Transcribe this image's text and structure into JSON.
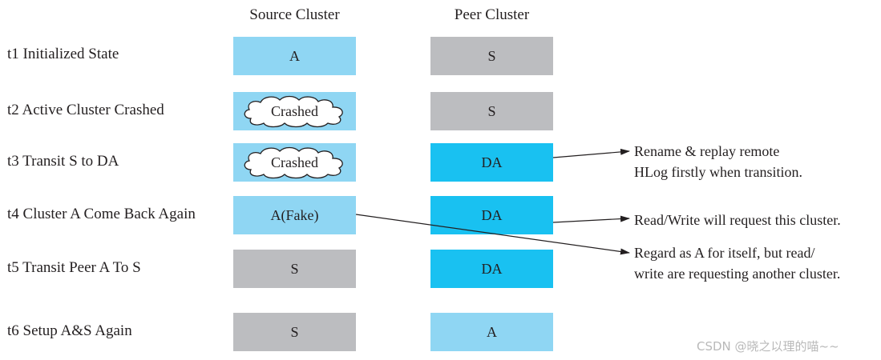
{
  "headers": {
    "source": "Source Cluster",
    "peer": "Peer Cluster"
  },
  "rows": [
    {
      "label": "t1 Initialized State",
      "source": "A",
      "peer": "S"
    },
    {
      "label": "t2 Active Cluster Crashed",
      "source": "Crashed",
      "peer": "S"
    },
    {
      "label": "t3 Transit S to DA",
      "source": "Crashed",
      "peer": "DA"
    },
    {
      "label": "t4 Cluster A Come Back Again",
      "source": "A(Fake)",
      "peer": "DA"
    },
    {
      "label": "t5 Transit Peer  A To S",
      "source": "S",
      "peer": "DA"
    },
    {
      "label": "t6 Setup A&S Again",
      "source": "S",
      "peer": "A"
    }
  ],
  "annotations": [
    {
      "line1": "Rename & replay remote",
      "line2": "HLog firstly when transition."
    },
    {
      "line1": "Read/Write will request this cluster.",
      "line2": ""
    },
    {
      "line1": "Regard as A for itself, but read/",
      "line2": "write are requesting another cluster."
    }
  ],
  "watermark": "CSDN @晓之以理的喵~~",
  "colors": {
    "light_blue": "#8fd6f3",
    "gray": "#bcbdc0",
    "bright_blue": "#19c1f1",
    "text": "#231f20"
  }
}
